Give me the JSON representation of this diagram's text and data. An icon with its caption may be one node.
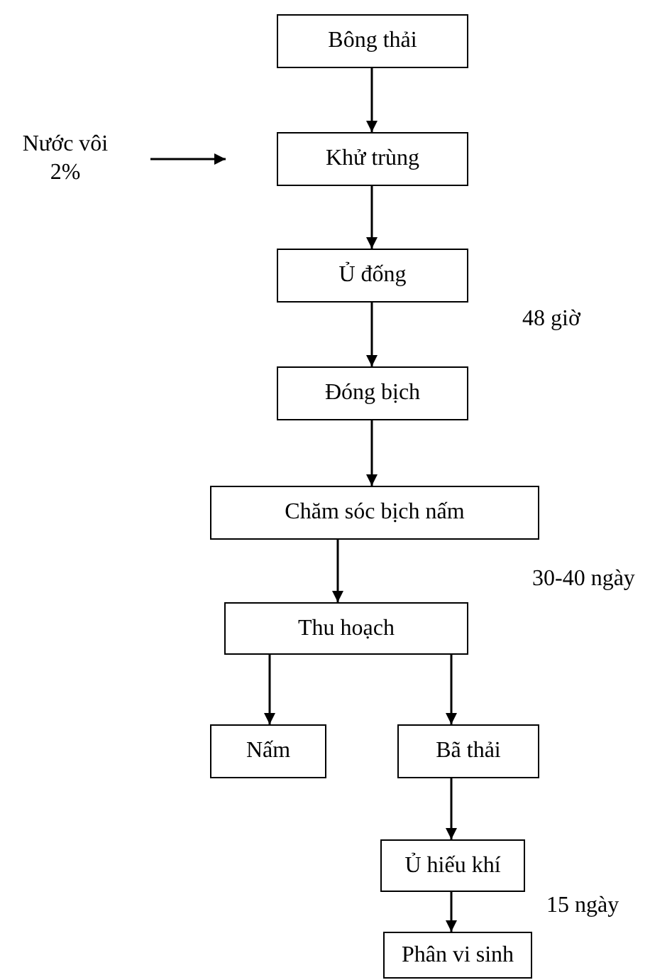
{
  "diagram": {
    "nodes": [
      {
        "text": [
          "Bông thải"
        ]
      },
      {
        "text": [
          "Nước vôi 2%"
        ]
      },
      {
        "text": [
          "Khử trùng"
        ]
      },
      {
        "text": [
          "Ủ đống"
        ]
      },
      {
        "text": [
          "Đóng bịch"
        ]
      },
      {
        "text": [
          "Chăm sóc bịch nấm"
        ]
      },
      {
        "text": [
          "Thu hoạch"
        ]
      },
      {
        "text": [
          "Nấm"
        ]
      },
      {
        "text": [
          "Bã thải"
        ]
      },
      {
        "text": [
          "Ủ hiếu khí"
        ]
      },
      {
        "text": [
          "Phân vi sinh"
        ]
      }
    ],
    "edges": [
      {
        "from": 0,
        "to": 2,
        "arrow": "to"
      },
      {
        "from": 1,
        "to": 2,
        "arrow": "to"
      },
      {
        "from": 2,
        "to": 3,
        "arrow": "to"
      },
      {
        "from": 3,
        "to": 4,
        "arrow": "to"
      },
      {
        "from": 4,
        "to": 5,
        "arrow": "to"
      },
      {
        "from": 5,
        "to": 6,
        "arrow": "to"
      },
      {
        "from": 6,
        "to": 7,
        "arrow": "to"
      },
      {
        "from": 6,
        "to": 8,
        "arrow": "to"
      },
      {
        "from": 8,
        "to": 9,
        "arrow": "to"
      },
      {
        "from": 9,
        "to": 10,
        "arrow": "to"
      }
    ],
    "labels": [
      "48 giờ",
      "30-40 ngày",
      "15 ngày"
    ]
  }
}
